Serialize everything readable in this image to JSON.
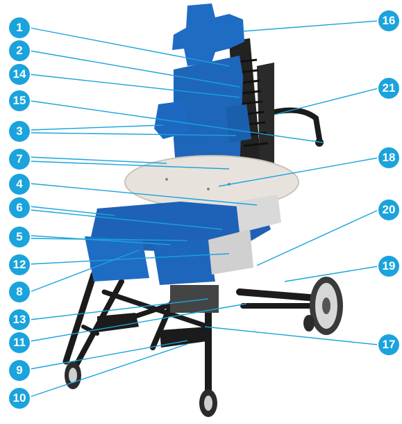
{
  "colors": {
    "accent": "#1aa3dc",
    "seat_blue": "#1f6cc4",
    "frame_black": "#1b1b1b",
    "tray": "#e7e3dc",
    "guard_grey": "#d9d9d9"
  },
  "callouts": [
    {
      "label": "1"
    },
    {
      "label": "2"
    },
    {
      "label": "14"
    },
    {
      "label": "15"
    },
    {
      "label": "3"
    },
    {
      "label": "7"
    },
    {
      "label": "4"
    },
    {
      "label": "6"
    },
    {
      "label": "5"
    },
    {
      "label": "12"
    },
    {
      "label": "8"
    },
    {
      "label": "13"
    },
    {
      "label": "11"
    },
    {
      "label": "9"
    },
    {
      "label": "10"
    },
    {
      "label": "16"
    },
    {
      "label": "21"
    },
    {
      "label": "18"
    },
    {
      "label": "20"
    },
    {
      "label": "19"
    },
    {
      "label": "17"
    }
  ]
}
